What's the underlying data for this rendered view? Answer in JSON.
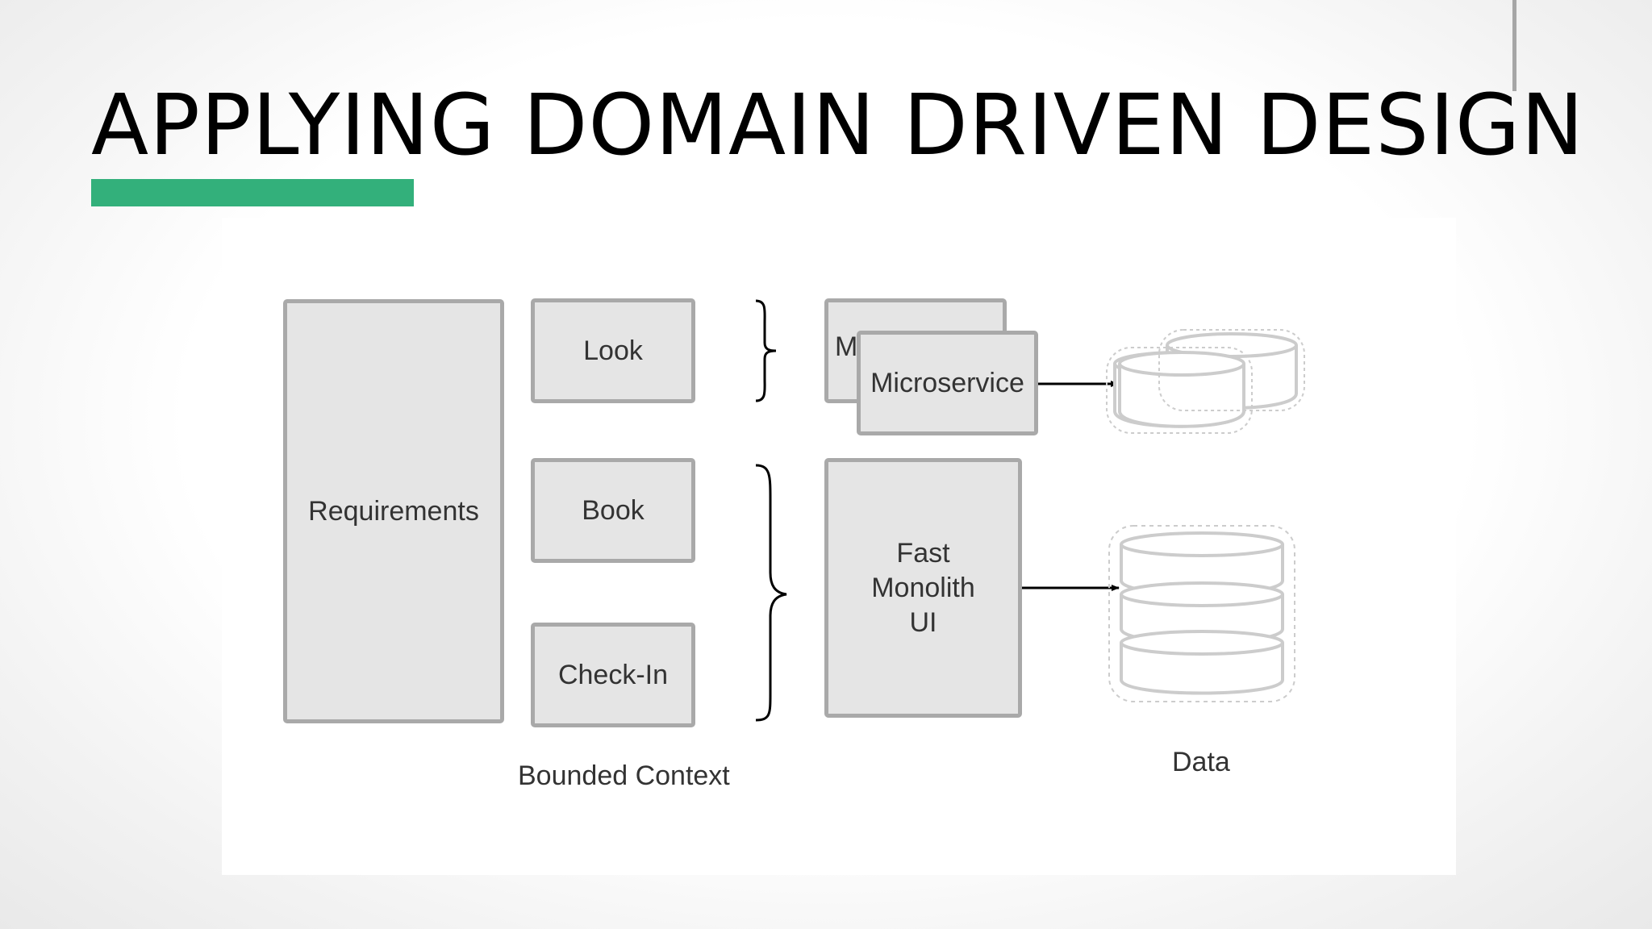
{
  "slide": {
    "title": "APPLYING DOMAIN DRIVEN DESIGN",
    "accent_color": "#33b07b"
  },
  "diagram": {
    "requirements_label": "Requirements",
    "bounded_contexts": [
      {
        "label": "Look"
      },
      {
        "label": "Book"
      },
      {
        "label": "Check-In"
      }
    ],
    "microservice_back_label": "M",
    "microservice_front_label": "Microservice",
    "monolith_label": "Fast\nMonolith\nUI",
    "bounded_context_caption": "Bounded Context",
    "data_caption": "Data",
    "icons": [
      "curly-brace-icon",
      "arrow-icon",
      "database-icon"
    ],
    "colors": {
      "box_fill": "#e5e5e5",
      "box_border": "#a9a9a9",
      "database_stroke": "#cccccc",
      "arrow": "#000000"
    }
  }
}
